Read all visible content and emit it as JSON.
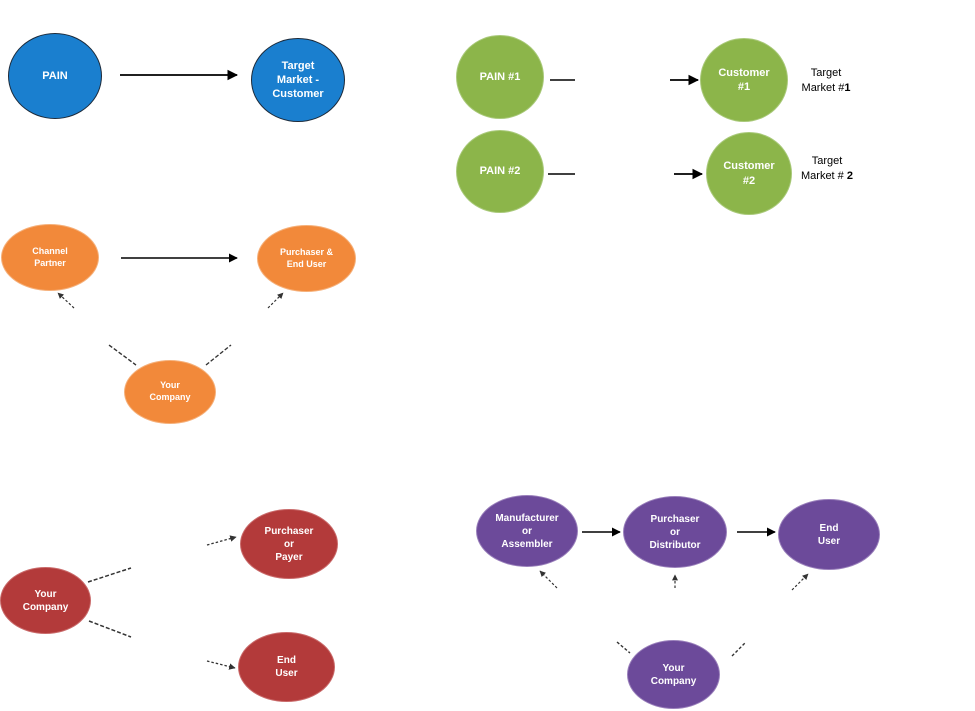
{
  "panel_1": {
    "source": "PAIN",
    "target": "Target\nMarket -\nCustomer"
  },
  "panel_2": {
    "pain_1": "PAIN #1",
    "pain_2": "PAIN #2",
    "customer_1": "Customer\n#1",
    "customer_2": "Customer\n#2",
    "target_market_1": {
      "line1": "Target",
      "line2": "Market #",
      "num": "1"
    },
    "target_market_2": {
      "line1": "Target",
      "line2": "Market # ",
      "num": "2"
    }
  },
  "panel_3": {
    "channel_partner": "Channel\nPartner",
    "purchaser_end_user": "Purchaser &\nEnd User",
    "your_company": "Your\nCompany"
  },
  "panel_4": {
    "your_company": "Your\nCompany",
    "purchaser_payer": "Purchaser\nor\nPayer",
    "end_user": "End\nUser"
  },
  "panel_5": {
    "manufacturer": "Manufacturer\nor\nAssembler",
    "purchaser_distributor": "Purchaser\nor\nDistributor",
    "end_user": "End\nUser",
    "your_company": "Your\nCompany"
  },
  "colors": {
    "blue": "#1a7fcf",
    "green": "#8cb54a",
    "orange": "#f2893a",
    "red": "#b33a3a",
    "purple": "#6c4a9a"
  }
}
